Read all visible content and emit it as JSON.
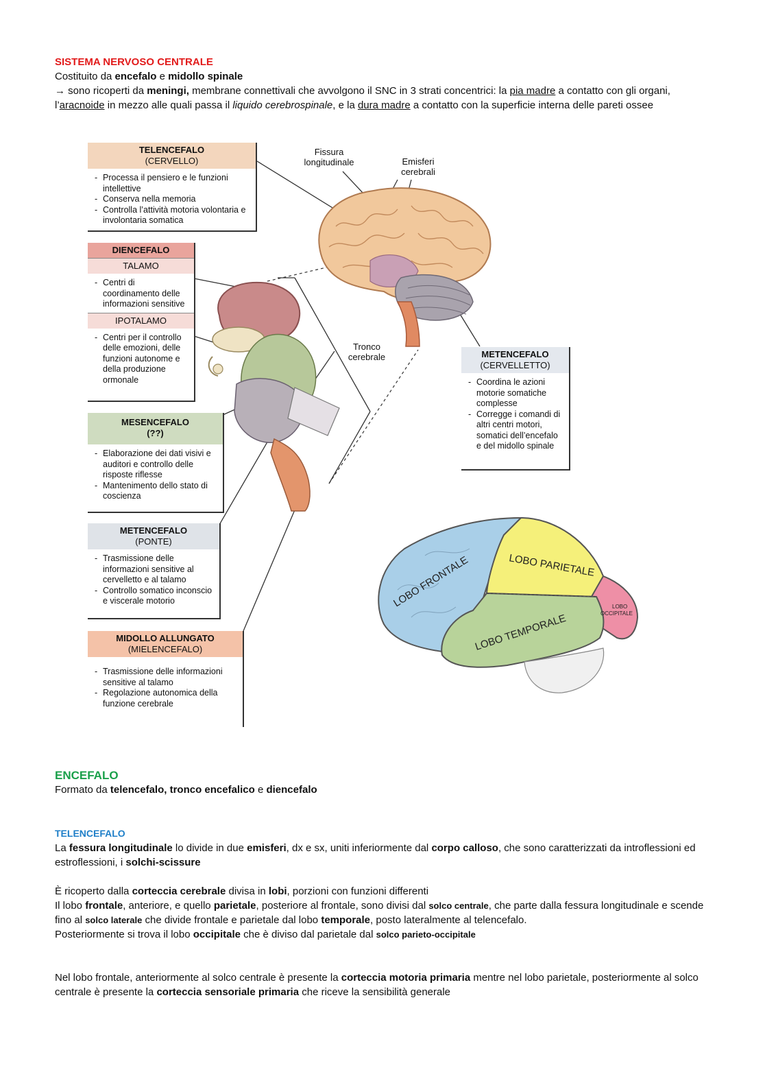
{
  "intro": {
    "title": "SISTEMA NERVOSO CENTRALE",
    "line1_a": "Costituito da ",
    "line1_b": "encefalo",
    "line1_c": " e ",
    "line1_d": "midollo spinale",
    "p2_a": "→ sono ricoperti da ",
    "p2_b": "meningi,",
    "p2_c": " membrane connettivali che avvolgono il SNC in 3 strati concentrici: la ",
    "p2_d": "pia madre",
    "p2_e": " a contatto con gli organi, l’",
    "p2_f": "aracnoide",
    "p2_g": " in mezzo alle quali passa il ",
    "p2_h": "liquido cerebrospinale",
    "p2_i": ", e la ",
    "p2_j": "dura madre",
    "p2_k": " a contatto con la superficie interna delle pareti ossee"
  },
  "figure": {
    "labels": {
      "fissura": "Fissura longitudinale",
      "emisferi": "Emisferi cerebrali",
      "tronco": "Tronco cerebrale"
    },
    "boxes": {
      "telencefalo": {
        "title": "TELENCEFALO",
        "subtitle": "(CERVELLO)",
        "items": [
          "Processa il pensiero e le funzioni intellettive",
          "Conserva nella memoria",
          "Controlla l’attività motoria volontaria e involontaria somatica"
        ]
      },
      "diencefalo": {
        "title": "DIENCEFALO",
        "talamo": "TALAMO",
        "talamo_items": [
          "Centri di coordinamento delle informazioni sensitive"
        ],
        "ipotalamo": "IPOTALAMO",
        "ipotalamo_items": [
          "Centri per il controllo delle emozioni, delle funzioni autonome e della produzione ormonale"
        ]
      },
      "mesencefalo": {
        "title": "MESENCEFALO",
        "subtitle": "(??)",
        "items": [
          "Elaborazione dei dati visivi e auditori e controllo delle risposte riflesse",
          "Mantenimento dello stato di coscienza"
        ]
      },
      "ponte": {
        "title": "METENCEFALO",
        "subtitle": "(PONTE)",
        "items": [
          "Trasmissione delle informazioni sensitive al cervelletto e al talamo",
          "Controllo somatico inconscio e viscerale motorio"
        ]
      },
      "midollo": {
        "title": "MIDOLLO ALLUNGATO",
        "subtitle": "(MIELENCEFALO)",
        "items": [
          "Trasmissione delle informazioni sensitive al talamo",
          "Regolazione autonomica della funzione cerebrale"
        ]
      },
      "cervelletto": {
        "title": "METENCEFALO",
        "subtitle": "(CERVELLETTO)",
        "items": [
          "Coordina le azioni motorie somatiche complesse",
          "Corregge i comandi di altri centri motori, somatici dell’encefalo e del midollo spinale"
        ]
      }
    },
    "lobes": {
      "frontale": "LOBO FRONTALE",
      "parietale": "LOBO PARIETALE",
      "temporale": "LOBO TEMPORALE",
      "occipitale_1": "LOBO",
      "occipitale_2": "OCCIPITALE"
    },
    "colors": {
      "frontale": "#a9cfe8",
      "parietale": "#f5f07a",
      "temporale": "#b8d39a",
      "occipitale": "#ee8fa6"
    }
  },
  "encefalo": {
    "title": "ENCEFALO",
    "l1_a": "Formato da ",
    "l1_b": "telencefalo, tronco encefalico",
    "l1_c": " e ",
    "l1_d": "diencefalo"
  },
  "telencefalo": {
    "title": "TELENCEFALO",
    "p1_a": "La ",
    "p1_b": "fessura longitudinale",
    "p1_c": " lo divide in due ",
    "p1_d": "emisferi",
    "p1_e": ", dx e sx, uniti inferiormente dal ",
    "p1_f": "corpo calloso",
    "p1_g": ", che sono caratterizzati da introflessioni ed estroflessioni, i ",
    "p1_h": "solchi-scissure",
    "p2_a": "È ricoperto dalla ",
    "p2_b": "corteccia cerebrale",
    "p2_c": " divisa in ",
    "p2_d": "lobi",
    "p2_e": ", porzioni con funzioni differenti",
    "p3_a": "Il lobo ",
    "p3_b": "frontale",
    "p3_c": ", anteriore, e quello ",
    "p3_d": "parietale",
    "p3_e": ", posteriore al frontale, sono divisi dal ",
    "p3_f": "solco centrale",
    "p3_g": ", che parte dalla fessura longitudinale e scende fino al ",
    "p3_h": "solco laterale",
    "p3_i": " che divide frontale e parietale dal lobo ",
    "p3_j": "temporale",
    "p3_k": ", posto lateralmente al telencefalo.",
    "p3_l": "Posteriormente si trova il lobo ",
    "p3_m": "occipitale",
    "p3_n": " che è diviso dal parietale dal ",
    "p3_o": "solco parieto-occipitale",
    "p4_a": "Nel lobo frontale, anteriormente al solco centrale è presente la ",
    "p4_b": "corteccia motoria primaria",
    "p4_c": " mentre nel lobo parietale, posteriormente al solco centrale è presente la ",
    "p4_d": "corteccia sensoriale primaria",
    "p4_e": " che riceve la sensibilità generale"
  }
}
